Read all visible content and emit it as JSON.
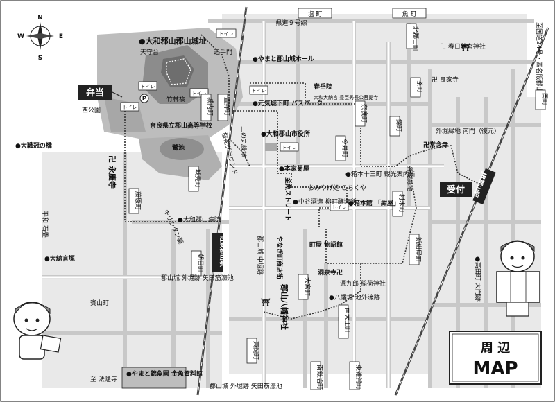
{
  "compass": {
    "n": "N",
    "s": "S",
    "e": "E",
    "w": "W"
  },
  "roads_top": {
    "shiomachi": "塩 町",
    "uomachi": "魚 町",
    "route9": "県道９号線"
  },
  "castle": {
    "title": "●大和郡山郡山城址",
    "tenshudai": "天守台",
    "ottemon": "追手門",
    "chikurinbashi": "竹林橋",
    "school": "奈良県立郡山高等学校",
    "sakuraike": "鷺池",
    "nishikoen": "西公園"
  },
  "streets_v": {
    "jonai": "城内町",
    "toyono": "豊野町",
    "sannomaru": "三の丸緑地",
    "sakura_ground": "桜花グラウンド",
    "jokenen": "城見町",
    "fujiwara": "藤原町",
    "kitatokumachi": "北郡山町",
    "kayano": "茶町",
    "naramachi": "奈良町",
    "nishiki": "錦町",
    "imai": "今井町",
    "muraki": "村木町",
    "shinkoji": "新紺屋町",
    "asahi": "朝日町",
    "yamanaka": "郡山城 中堀跡",
    "daimiya": "大宮町",
    "kyubei": "南大工町",
    "higashioka": "東岡町",
    "minamidaimon": "南鍛冶町",
    "tobaru": "東雑賀町",
    "kanagyo": "金魚ストリート",
    "yanagimachi": "やなぎ町商店街",
    "kinguza": "キリシタン墓",
    "sotobori_mid": "外堀緑地"
  },
  "poi": {
    "yamato_hall": "●やまと郡山城ホール",
    "kasuga": "卍 春日若宮神社",
    "ryoenji": "卍 良家寺",
    "harukiin": "春岳院",
    "harukiin_sub": "大和大納言 豊臣秀長公菩提寺",
    "genko_park": "●元気城下町 バスパーク",
    "city_hall": "●大和郡山市役所",
    "honke_kikuya": "●本家菊屋",
    "sakaiya": "●箱本十三町 観光案内所",
    "sake": "●中谷酒造 柳町醸造所",
    "kingyo_cafe": "おみやげ処 こちくや",
    "hakomoto": "●箱本館 「紺屋」",
    "machiya": "町屋 物語館",
    "genkoji": "洞泉寺卍",
    "genkurou": "源九郎 稲荷神社",
    "hachiman": "郡山八幡神社",
    "hachimanike": "●八幡堀 池外濠跡",
    "daijoji": "卍 永慶寺",
    "ogon": "●大職冠の橋",
    "shiyakusho_hospital": "●大和郡山病院",
    "kinguza_mae": "平和 石畳",
    "nakamura": "●大納言塚",
    "yatabori": "郡山城 外堀跡 矢田筋濠池",
    "ogurayama": "賓山町",
    "minami_sotobori": "外堀緑地 南門（復元）",
    "joneji": "卍常念寺",
    "gaibori_north": "●外堀緑地",
    "jr_east_gate": "●高田町 大門跡",
    "kingyo_museum": "●やまと錦魚園 金魚資料館",
    "bottom_sotobori": "郡山城 外堀跡 矢田筋濠池",
    "to_station": "至 法隆寺",
    "to_route24": "至国道24号・西名阪郡山IC",
    "seki": "関町",
    "jinja_mark": "⛩"
  },
  "toilet": "トイレ",
  "parking": "P",
  "stations": {
    "kintetsu": "近鉄郡山駅",
    "jr": "JR郡山駅"
  },
  "callouts": {
    "bento": "弁当",
    "uketsuke": "受付"
  },
  "title_box": {
    "line1": "周 辺",
    "line2": "MAP"
  },
  "colors": {
    "road": "#cfcfcf",
    "castle": "#9a9a9a",
    "dark": "#222222",
    "route": "#555555"
  }
}
